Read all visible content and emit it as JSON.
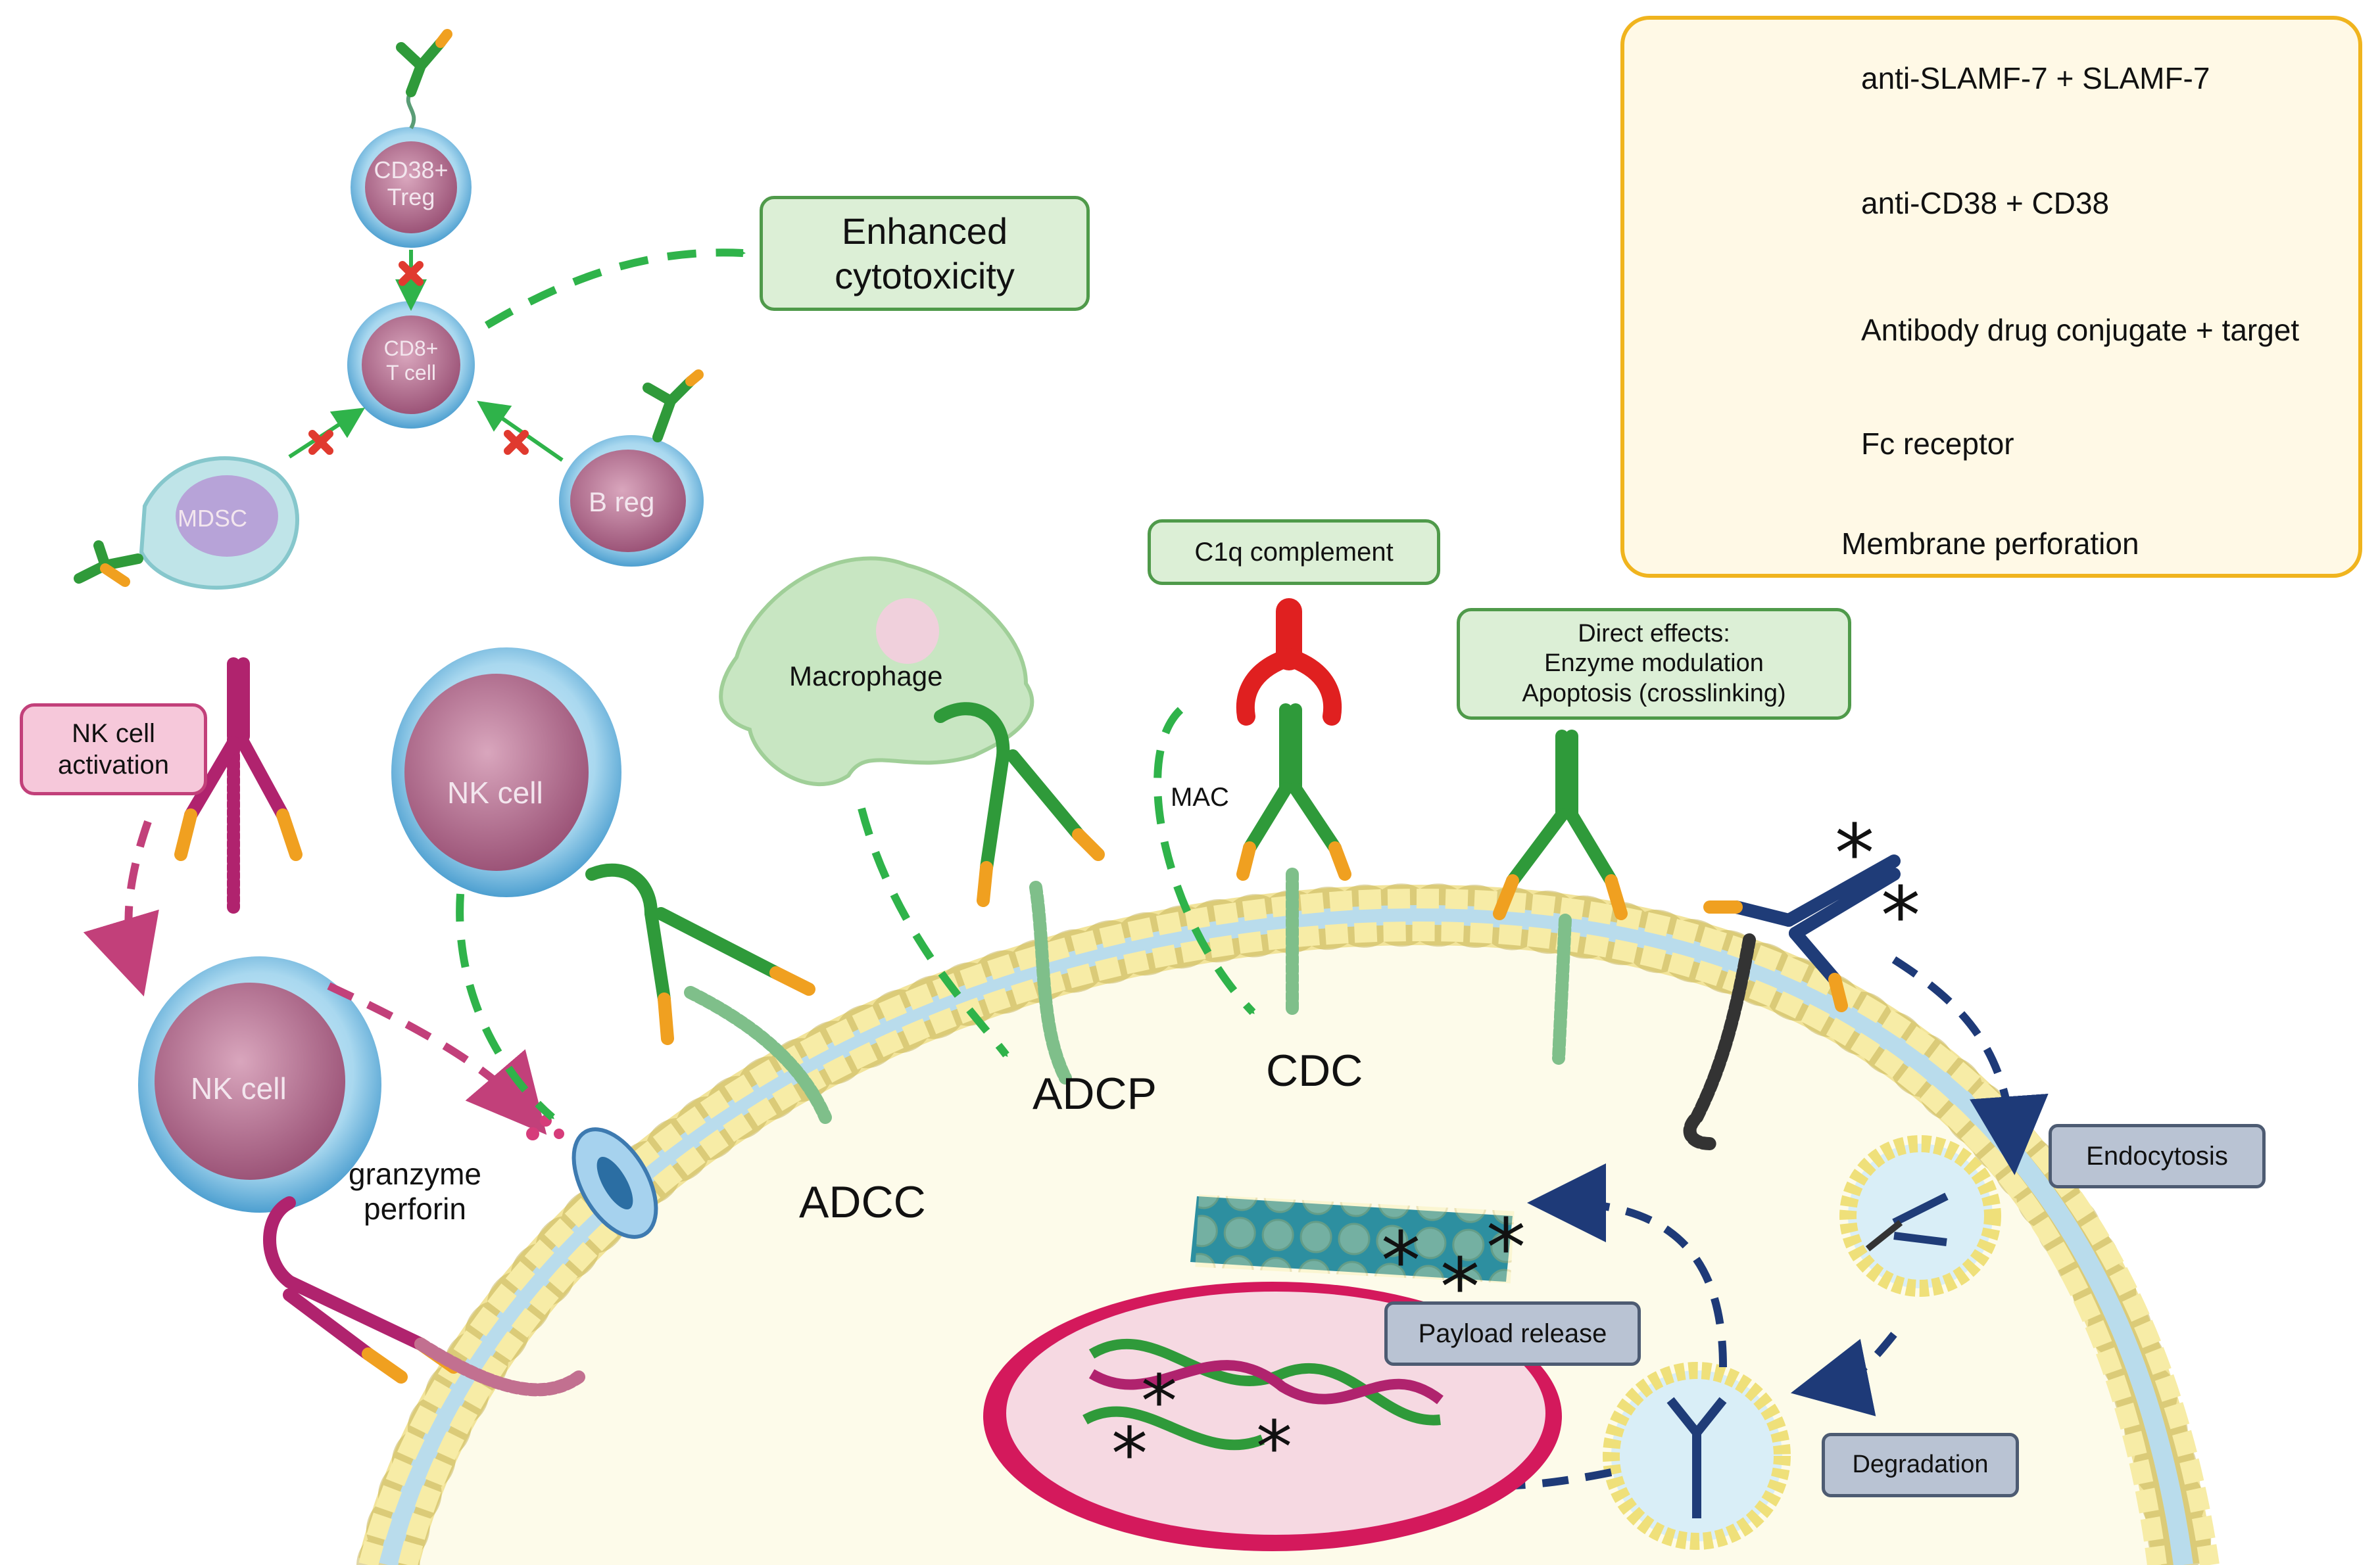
{
  "legend": {
    "items": [
      {
        "label": "anti-SLAMF-7 + SLAMF-7",
        "icon": "antibody-slamf7-icon",
        "color": "#b0236e"
      },
      {
        "label": "anti-CD38 + CD38",
        "icon": "antibody-cd38-icon",
        "color": "#2f9a3a"
      },
      {
        "label": "Antibody drug conjugate + target",
        "icon": "antibody-drug-conjugate-icon",
        "color": "#1f3c78"
      },
      {
        "label": "Fc receptor",
        "icon": "fc-receptor-icon",
        "color": "#2f9a3a"
      },
      {
        "label": "Membrane perforation",
        "icon": "membrane-pore-icon",
        "color": "#8ec3e6"
      }
    ]
  },
  "top_left": {
    "treg": "CD38+\nTreg",
    "cd8": "CD8+\nT cell",
    "mdsc": "MDSC",
    "breg": "B reg",
    "outcome": "Enhanced\ncytotoxicity"
  },
  "boxes": {
    "nk_activation": "NK cell\nactivation",
    "c1q": "C1q complement",
    "direct_effects": "Direct effects:\nEnzyme modulation\nApoptosis (crosslinking)",
    "endocytosis": "Endocytosis",
    "payload_release": "Payload release",
    "degradation": "Degradation"
  },
  "labels": {
    "macrophage": "Macrophage",
    "nk_cell_upper": "NK cell",
    "nk_cell_lower": "NK cell",
    "granzyme": "granzyme\nperforin",
    "mac": "MAC",
    "adcc": "ADCC",
    "adcp": "ADCP",
    "cdc": "CDC"
  },
  "colors": {
    "slamf7": "#b0236e",
    "cd38": "#2f9a3a",
    "adc": "#1f3c78",
    "tips": "#f0a020",
    "membrane_bead": "#f7eca6",
    "cell_interior": "#fdfbea",
    "pink_nucleus": "#c98ca8"
  }
}
